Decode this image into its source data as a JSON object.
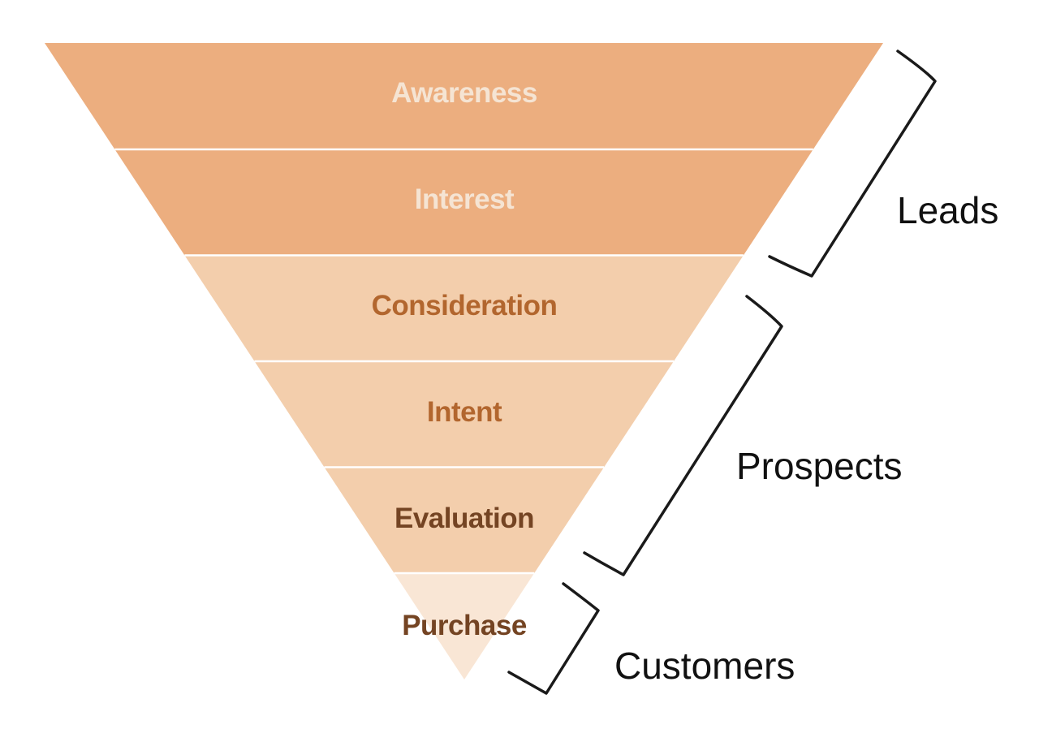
{
  "diagram": {
    "type": "inverted-pyramid-marketing-funnel",
    "stages": [
      {
        "label": "Awareness",
        "tier": "top"
      },
      {
        "label": "Interest",
        "tier": "top"
      },
      {
        "label": "Consideration",
        "tier": "middle"
      },
      {
        "label": "Intent",
        "tier": "middle"
      },
      {
        "label": "Evaluation",
        "tier": "middle"
      },
      {
        "label": "Purchase",
        "tier": "bottom"
      }
    ],
    "groups": [
      {
        "label": "Leads",
        "covers": "Awareness, Interest"
      },
      {
        "label": "Prospects",
        "covers": "Consideration, Intent, Evaluation"
      },
      {
        "label": "Customers",
        "covers": "Purchase"
      }
    ]
  },
  "colors": {
    "background": "#ffffff",
    "tier_top": "#ECAE7F",
    "tier_middle": "#F3CEAC",
    "tier_bottom": "#F9E6D5",
    "label_top": "#F5E4D3",
    "label_middle": "#B2662E",
    "label_bottom": "#744423",
    "divider": "#FFFFFF",
    "bracket": "#1A1A1A",
    "group_label": "#111111"
  }
}
